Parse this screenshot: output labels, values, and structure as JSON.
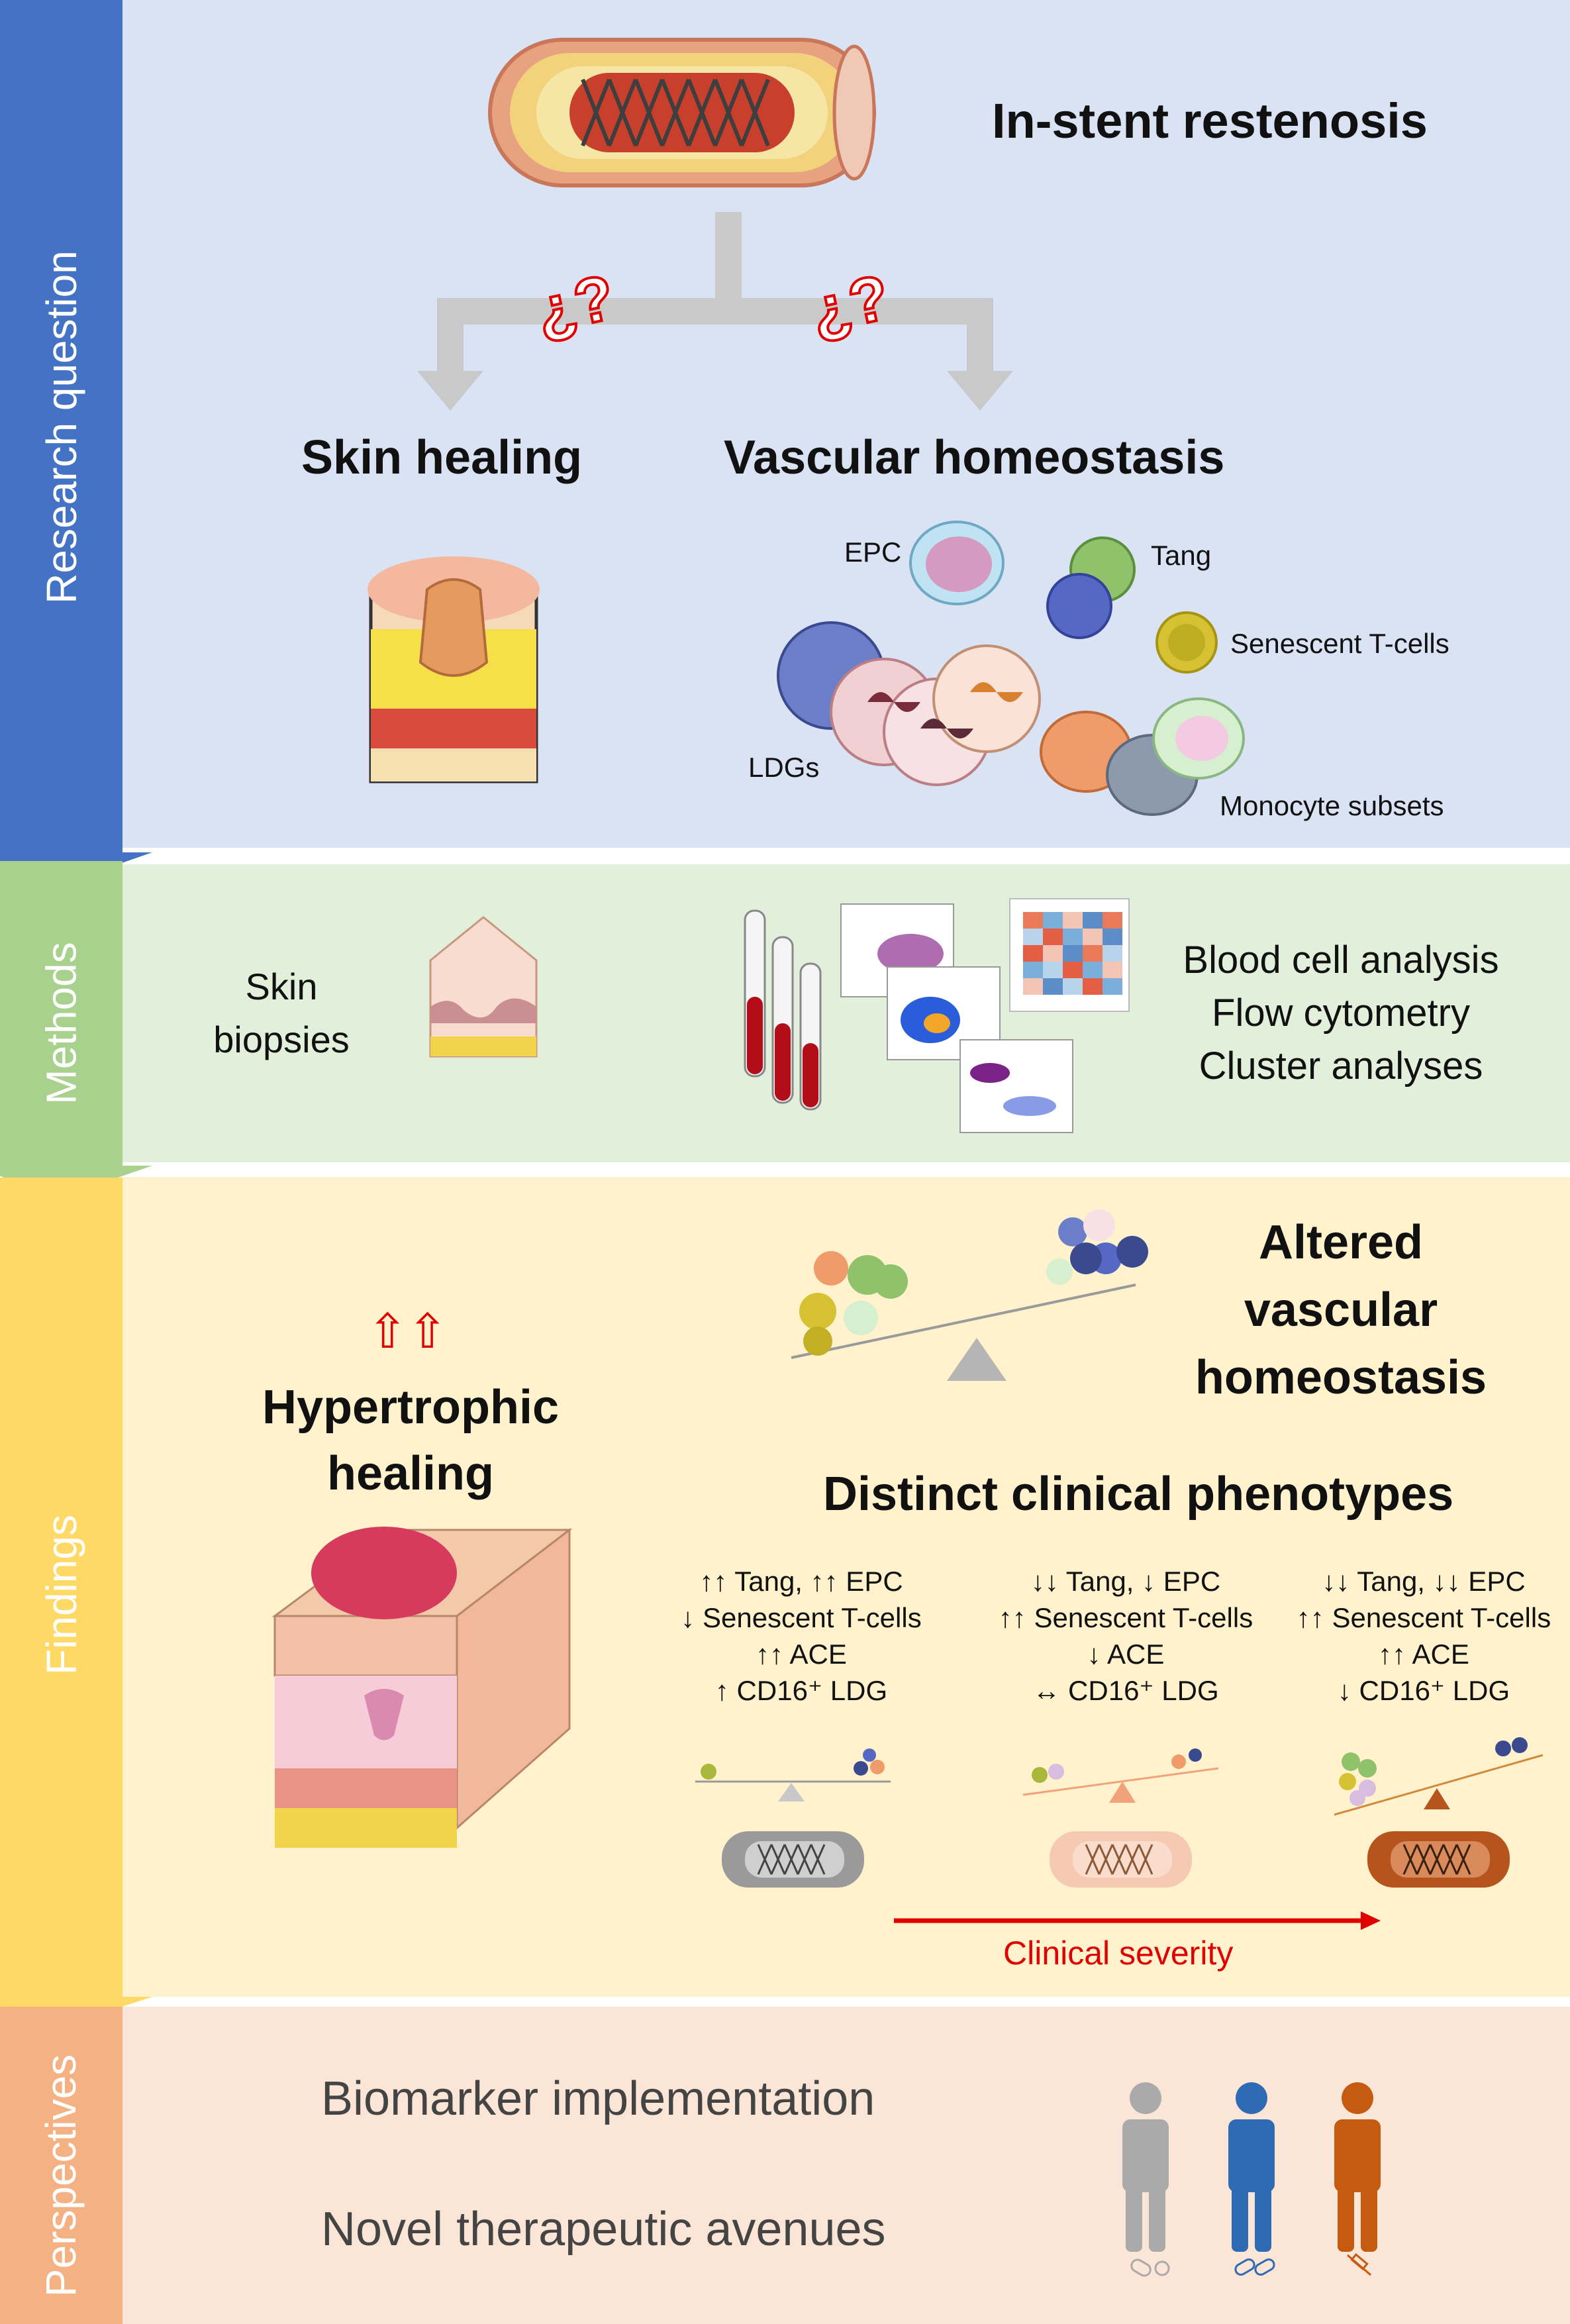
{
  "sections": {
    "research_question": "Research question",
    "methods": "Methods",
    "findings": "Findings",
    "perspectives": "Perspectives"
  },
  "research": {
    "title": "In-stent restenosis",
    "question_mark": "¿?",
    "branch_left": "Skin healing",
    "branch_right": "Vascular homeostasis",
    "cells": {
      "epc": "EPC",
      "tang": "Tang",
      "senescent": "Senescent T-cells",
      "ldgs": "LDGs",
      "monocytes": "Monocyte subsets"
    }
  },
  "methods": {
    "skin_line1": "Skin",
    "skin_line2": "biopsies",
    "blood_line1": "Blood cell analysis",
    "blood_line2": "Flow cytometry",
    "blood_line3": "Cluster analyses"
  },
  "findings": {
    "up_arrows": "⇧⇧",
    "hyper_line1": "Hypertrophic",
    "hyper_line2": "healing",
    "altered_line1": "Altered",
    "altered_line2": "vascular",
    "altered_line3": "homeostasis",
    "phenotypes_title": "Distinct clinical phenotypes",
    "phenotypes": [
      {
        "lines": [
          "↑↑ Tang, ↑↑ EPC",
          "↓ Senescent T-cells",
          "↑↑ ACE",
          "↑ CD16⁺ LDG"
        ],
        "color": "#aaaaaa"
      },
      {
        "lines": [
          "↓↓ Tang, ↓ EPC",
          "↑↑ Senescent T-cells",
          "↓ ACE",
          "↔ CD16⁺ LDG"
        ],
        "color": "#f2a27a"
      },
      {
        "lines": [
          "↓↓ Tang, ↓↓ EPC",
          "↑↑ Senescent T-cells",
          "↑↑ ACE",
          "↓ CD16⁺ LDG"
        ],
        "color": "#b5541d"
      }
    ],
    "severity": "Clinical severity"
  },
  "perspectives": {
    "line1": "Biomarker implementation",
    "line2": "Novel therapeutic avenues"
  },
  "colors": {
    "research_bg": "#dae3f3",
    "research_arrow": "#4472c4",
    "methods_bg": "#e2efda",
    "methods_arrow": "#a9d18e",
    "findings_bg": "#fff2cc",
    "findings_arrow": "#ffd966",
    "perspectives_bg": "#fbe5d6",
    "perspectives_arrow": "#f4b183",
    "severity_red": "#e00000"
  }
}
